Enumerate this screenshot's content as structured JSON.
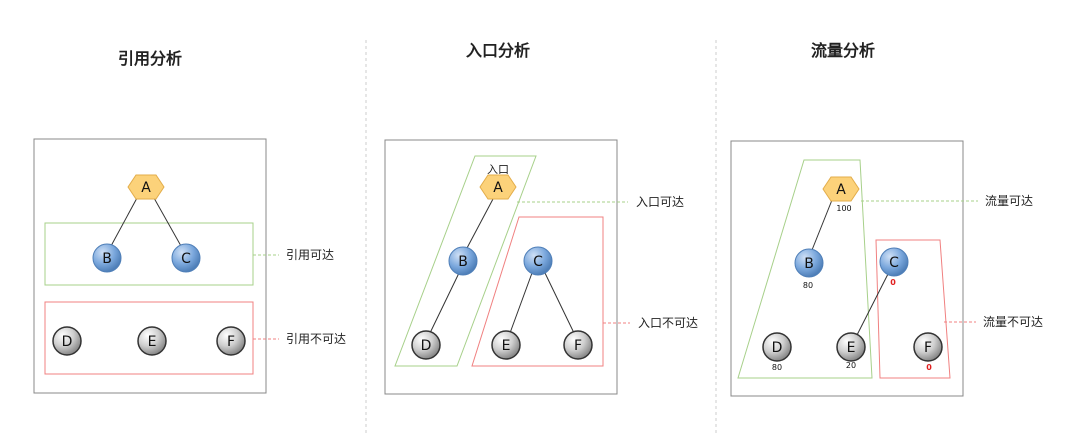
{
  "panels": [
    {
      "title": "引用分析",
      "reachable_label": "引用可达",
      "unreachable_label": "引用不可达",
      "nodes": [
        {
          "id": "A",
          "kind": "hex"
        },
        {
          "id": "B",
          "kind": "blue"
        },
        {
          "id": "C",
          "kind": "blue"
        },
        {
          "id": "D",
          "kind": "gray"
        },
        {
          "id": "E",
          "kind": "gray"
        },
        {
          "id": "F",
          "kind": "gray"
        }
      ],
      "edges": [
        [
          "A",
          "B"
        ],
        [
          "A",
          "C"
        ]
      ]
    },
    {
      "title": "入口分析",
      "entry_label": "入口",
      "reachable_label": "入口可达",
      "unreachable_label": "入口不可达",
      "nodes": [
        {
          "id": "A",
          "kind": "hex"
        },
        {
          "id": "B",
          "kind": "blue"
        },
        {
          "id": "C",
          "kind": "blue"
        },
        {
          "id": "D",
          "kind": "gray"
        },
        {
          "id": "E",
          "kind": "gray"
        },
        {
          "id": "F",
          "kind": "gray"
        }
      ],
      "edges": [
        [
          "A",
          "B"
        ],
        [
          "B",
          "D"
        ],
        [
          "C",
          "E"
        ],
        [
          "C",
          "F"
        ]
      ]
    },
    {
      "title": "流量分析",
      "reachable_label": "流量可达",
      "unreachable_label": "流量不可达",
      "nodes": [
        {
          "id": "A",
          "kind": "hex",
          "value": "100"
        },
        {
          "id": "B",
          "kind": "blue",
          "value": "80"
        },
        {
          "id": "C",
          "kind": "blue",
          "value": "0",
          "value_color": "#e02020"
        },
        {
          "id": "D",
          "kind": "gray",
          "value": "80"
        },
        {
          "id": "E",
          "kind": "gray",
          "value": "20"
        },
        {
          "id": "F",
          "kind": "gray",
          "value": "0",
          "value_color": "#e02020"
        }
      ],
      "edges": [
        [
          "A",
          "B"
        ],
        [
          "C",
          "E"
        ]
      ]
    }
  ],
  "colors": {
    "hex_fill": "#fcd27a",
    "blue_fill": "#7aa7dc",
    "gray_fill": "#c8c8c8",
    "reachable": "#a7d08a",
    "unreachable": "#f08080",
    "separator": "#cccccc",
    "box": "#888888"
  }
}
